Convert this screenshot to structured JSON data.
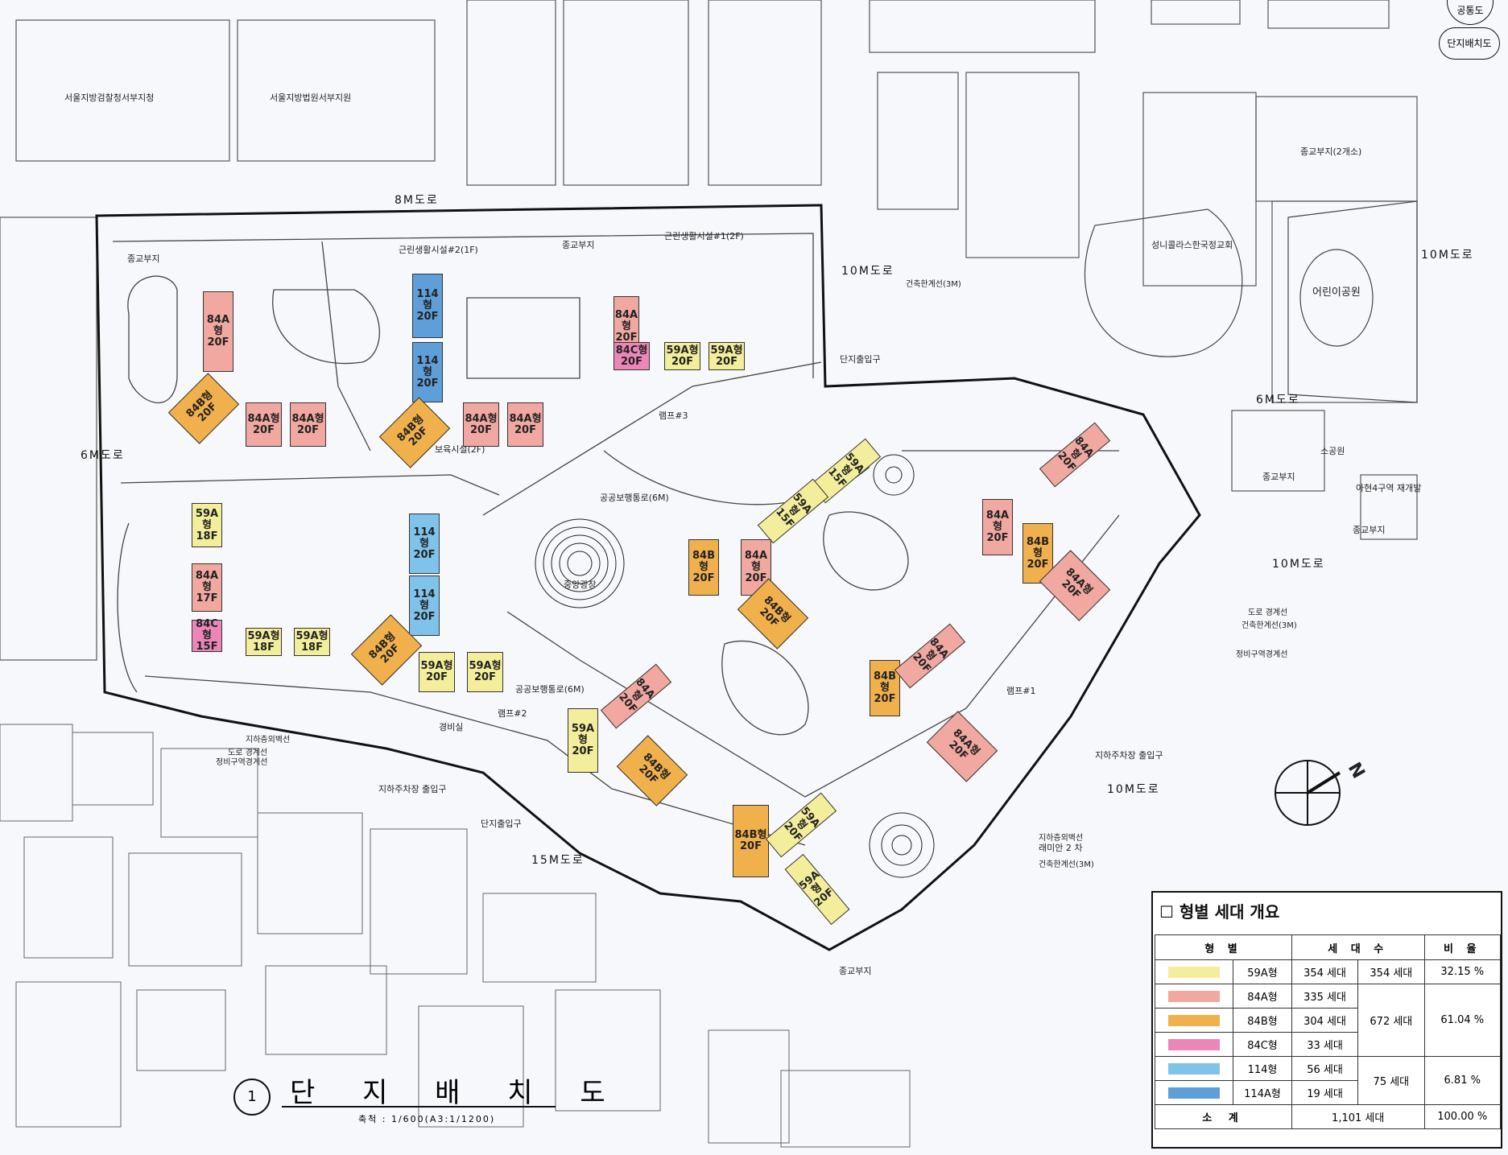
{
  "sheet": {
    "code_top": "공통도",
    "code_bottom": "단지배치도"
  },
  "title": {
    "number": "1",
    "text": "단 지 배 치 도",
    "scale": "축척 : 1/600(A3:1/1200)"
  },
  "neighbors": {
    "prosecutor": "서울지방검찰청서부지청",
    "court": "서울지방법원서부지원",
    "church": "성니콜라스한국정교회",
    "park": "어린이공원",
    "small_park": "소공원",
    "redevelopment": "아현4구역 재개발",
    "raemian": "래미안 2 차"
  },
  "roads": {
    "r8m": "8M도로",
    "r6m_left": "6M도로",
    "r6m_right": "6M도로",
    "r10m_mid": "10M도로",
    "r10m_right": "10M도로",
    "r10m_east": "10M도로",
    "r10m_south": "10M도로",
    "r15m": "15M도로"
  },
  "facilities": {
    "religious": "종교부지",
    "religious2": "종교부지(2개소)",
    "neighborhood1": "근린생활시설#2(1F)",
    "neighborhood2": "근린생활시설#1(2F)",
    "nursery": "보육시설(2F)",
    "ramp3": "램프#3",
    "ramp1": "램프#1",
    "ramp2": "램프#2",
    "central_plaza": "중앙광장",
    "entrance": "단지출입구",
    "guard": "경비실",
    "pedestrian": "공공보행통로(6M)",
    "underground_entry": "지하주차장 출입구"
  },
  "annotations": {
    "setback": "건축한계선(3M)",
    "road_boundary": "도로 경계선",
    "setback2": "건축한계선(3M)",
    "district_boundary": "정비구역경계선",
    "underground_line": "지하층외벽선",
    "left_setback": "지하층외벽선",
    "left_road": "도로 경계선",
    "left_district": "정비구역경계선"
  },
  "buildings": [
    {
      "type": "84A",
      "label": "84A형",
      "floors": "20F"
    },
    {
      "type": "84B",
      "label": "84B형",
      "floors": "20F"
    },
    {
      "type": "84A",
      "label": "84A형",
      "floors": "20F"
    },
    {
      "type": "84A",
      "label": "84A형",
      "floors": "20F"
    },
    {
      "type": "114A",
      "label": "114형",
      "floors": "20F"
    },
    {
      "type": "114A",
      "label": "114형",
      "floors": "20F"
    },
    {
      "type": "84B",
      "label": "84B형",
      "floors": "20F"
    },
    {
      "type": "84A",
      "label": "84A형",
      "floors": "20F"
    },
    {
      "type": "84A",
      "label": "84A형",
      "floors": "20F"
    },
    {
      "type": "84A",
      "label": "84A형",
      "floors": "20F"
    },
    {
      "type": "84C",
      "label": "84C형",
      "floors": "20F"
    },
    {
      "type": "59A",
      "label": "59A형",
      "floors": "20F"
    },
    {
      "type": "59A",
      "label": "59A형",
      "floors": "20F"
    },
    {
      "type": "59A",
      "label": "59A형",
      "floors": "18F"
    },
    {
      "type": "84A",
      "label": "84A형",
      "floors": "17F"
    },
    {
      "type": "84C",
      "label": "84C형",
      "floors": "15F"
    },
    {
      "type": "59A",
      "label": "59A형",
      "floors": "18F"
    },
    {
      "type": "59A",
      "label": "59A형",
      "floors": "18F"
    },
    {
      "type": "114",
      "label": "114형",
      "floors": "20F"
    },
    {
      "type": "114",
      "label": "114형",
      "floors": "20F"
    },
    {
      "type": "84B",
      "label": "84B형",
      "floors": "20F"
    },
    {
      "type": "59A",
      "label": "59A형",
      "floors": "20F"
    },
    {
      "type": "59A",
      "label": "59A형",
      "floors": "20F"
    },
    {
      "type": "59A",
      "label": "59A형",
      "floors": "15F"
    },
    {
      "type": "59A",
      "label": "59A형",
      "floors": "15F"
    },
    {
      "type": "84B",
      "label": "84B형",
      "floors": "20F"
    },
    {
      "type": "84A",
      "label": "84A형",
      "floors": "20F"
    },
    {
      "type": "84B",
      "label": "84B형",
      "floors": "20F"
    },
    {
      "type": "84A",
      "label": "84A형",
      "floors": "20F"
    },
    {
      "type": "59A",
      "label": "59A형",
      "floors": "20F"
    },
    {
      "type": "84B",
      "label": "84B형",
      "floors": "20F"
    },
    {
      "type": "84A",
      "label": "84A형",
      "floors": "20F"
    },
    {
      "type": "84A",
      "label": "84A형",
      "floors": "20F"
    },
    {
      "type": "84B",
      "label": "84B형",
      "floors": "20F"
    },
    {
      "type": "84A",
      "label": "84A형",
      "floors": "20F"
    },
    {
      "type": "84A",
      "label": "84A형",
      "floors": "20F"
    },
    {
      "type": "84B",
      "label": "84B형",
      "floors": "20F"
    },
    {
      "type": "59A",
      "label": "59A형",
      "floors": "20F"
    },
    {
      "type": "59A",
      "label": "59A형",
      "floors": "20F"
    },
    {
      "type": "84B",
      "label": "84B형",
      "floors": "20F"
    },
    {
      "type": "84A",
      "label": "84A형",
      "floors": "20F"
    }
  ],
  "legend": {
    "title": "형별 세대 개요",
    "headers": [
      "형 별",
      "세 대 수",
      "비 율"
    ],
    "rows": [
      {
        "type": "59A형",
        "color": "#f3ee9b",
        "units": "354 세대",
        "group_units": "354 세대",
        "ratio": "32.15 %"
      },
      {
        "type": "84A형",
        "color": "#f1a8a0",
        "units": "335 세대",
        "group_units": "672 세대",
        "ratio": "61.04 %"
      },
      {
        "type": "84B형",
        "color": "#f0b04c",
        "units": "304 세대"
      },
      {
        "type": "84C형",
        "color": "#ec86b9",
        "units": "33 세대"
      },
      {
        "type": "114형",
        "color": "#7fc3ea",
        "units": "56 세대",
        "group_units": "75 세대",
        "ratio": "6.81 %"
      },
      {
        "type": "114A형",
        "color": "#5f9fd9",
        "units": "19 세대"
      }
    ],
    "total_label": "소 계",
    "total_units": "1,101 세대",
    "total_ratio": "100.00 %"
  },
  "north_label": "N"
}
